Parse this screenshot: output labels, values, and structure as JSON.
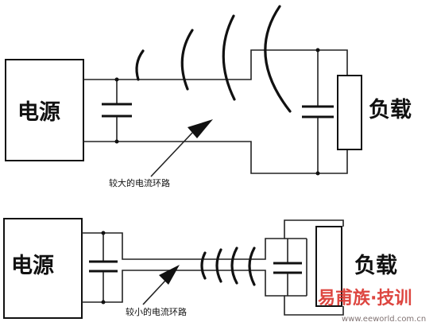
{
  "top_circuit": {
    "source_label": "电源",
    "load_label": "负载",
    "loop_label": "较大的电流环路"
  },
  "bottom_circuit": {
    "source_label": "电源",
    "load_label": "负载",
    "loop_label": "较小的电流环路"
  },
  "watermark": {
    "brand": "易甫族·技训",
    "site": "www.eeworld.com.cn"
  }
}
